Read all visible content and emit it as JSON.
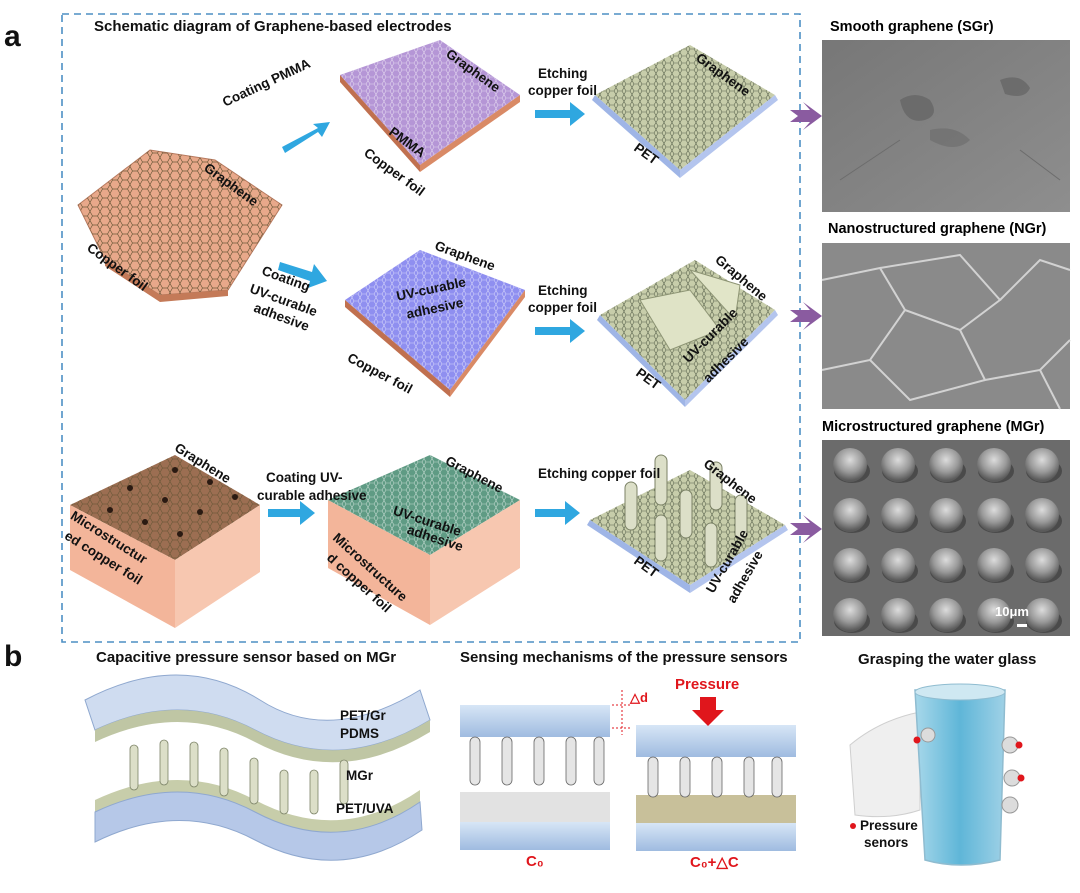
{
  "panel_a": {
    "letter": "a",
    "title": "Schematic diagram of Graphene-based electrodes",
    "row1": {
      "substrate_graphene": "Graphene",
      "substrate_copper": "Copper foil",
      "step1": "Coating PMMA",
      "mid_graphene": "Graphene",
      "mid_pmma": "PMMA",
      "mid_copper": "Copper foil",
      "step2_line1": "Etching",
      "step2_line2": "copper foil",
      "final_graphene": "Graphene",
      "final_pet": "PET"
    },
    "row2": {
      "step1_line1": "Coating",
      "step1_line2": "UV-curable",
      "step1_line3": "adhesive",
      "mid_graphene": "Graphene",
      "mid_uv_line1": "UV-curable",
      "mid_uv_line2": "adhesive",
      "mid_copper": "Copper foil",
      "step2_line1": "Etching",
      "step2_line2": "copper foil",
      "final_graphene": "Graphene",
      "final_uv_line1": "UV-curable",
      "final_uv_line2": "adhesive",
      "final_pet": "PET"
    },
    "row3": {
      "sub_graphene": "Graphene",
      "sub_copper_line1": "Microstructur",
      "sub_copper_line2": "ed copper foil",
      "step1_line1": "Coating UV-",
      "step1_line2": "curable adhesive",
      "mid_graphene": "Graphene",
      "mid_uv_line1": "UV-curable",
      "mid_uv_line2": "adhesive",
      "mid_copper_line1": "Microstructure",
      "mid_copper_line2": "d copper foil",
      "step2": "Etching copper foil",
      "final_graphene": "Graphene",
      "final_pet": "PET",
      "final_uv_line1": "UV-curable",
      "final_uv_line2": "adhesive"
    },
    "sem": {
      "sgr": "Smooth graphene (SGr)",
      "ngr": "Nanostructured graphene (NGr)",
      "mgr": "Microstructured graphene (MGr)",
      "scale": "10μm"
    }
  },
  "panel_b": {
    "letter": "b",
    "title1": "Capacitive pressure sensor based on MGr",
    "title2": "Sensing mechanisms of the pressure sensors",
    "title3": "Grasping the water glass",
    "layers": [
      "PET/Gr",
      "PDMS",
      "MGr",
      "PET/UVA"
    ],
    "delta_d": "△d",
    "pressure": "Pressure",
    "c0": "C₀",
    "c0_dc": "C₀+△C",
    "sensor_line1": "Pressure",
    "sensor_line2": "senors"
  },
  "colors": {
    "arrow": "#2fa7e0",
    "purple_arrow": "#8a5ba0",
    "dash_border": "#4d8fc4",
    "copper": "#e8a88a",
    "pmma": "#b596d6",
    "uv": "#8f8ff0",
    "green_uv": "#5f9b84",
    "pet": "#a9b8e6",
    "graphene_green": "#c7cdaa",
    "red": "#e0161c"
  }
}
